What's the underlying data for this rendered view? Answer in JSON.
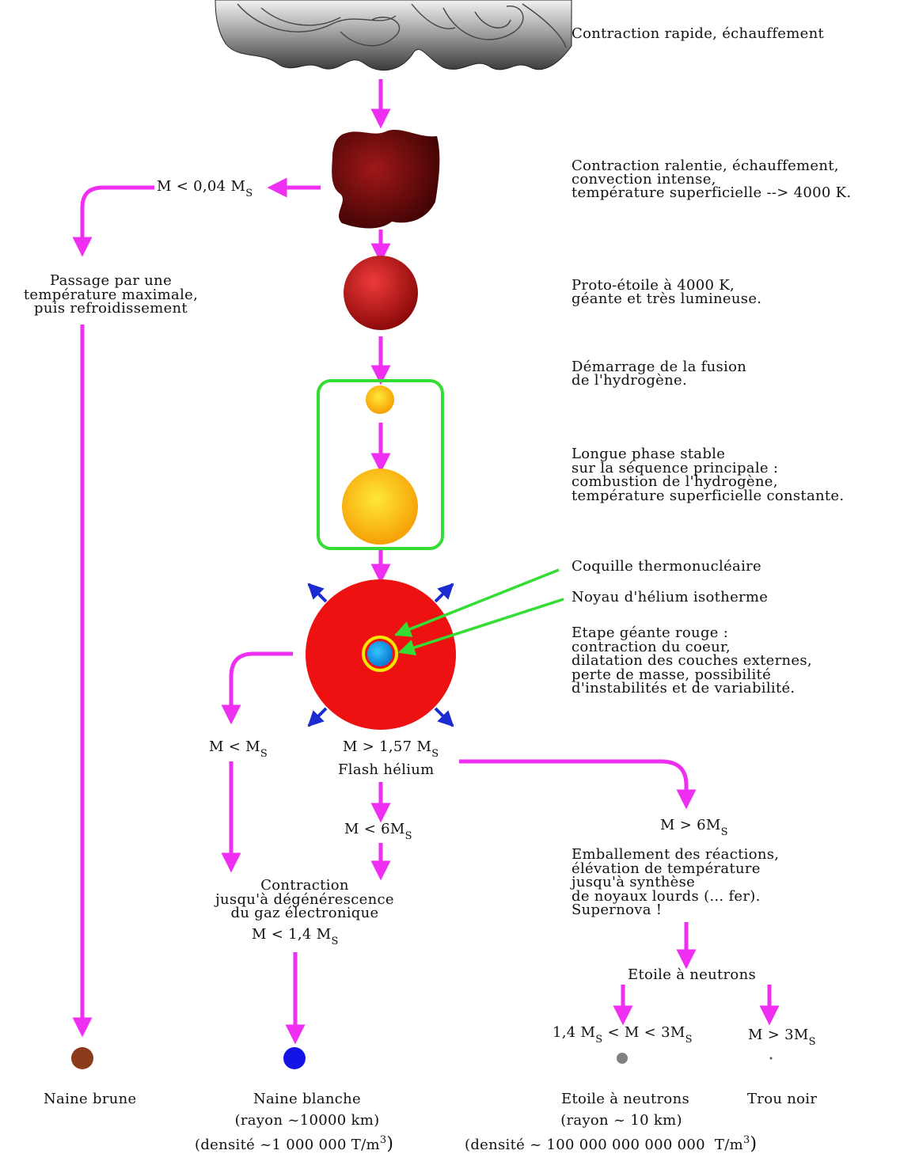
{
  "stages": {
    "cloud": "Contraction rapide, échauffement",
    "protostar_cold": "Contraction ralentie, échauffement,\nconvection intense,\ntempérature superficielle --> 4000 K.",
    "protostar": "Proto-étoile à 4000 K,\ngéante et très lumineuse.",
    "fusion_start": "Démarrage de la fusion\nde l'hydrogène.",
    "main_sequence": "Longue phase stable\nsur la séquence principale :\ncombustion de l'hydrogène,\ntempérature superficielle constante.",
    "shell": "Coquille thermonucléaire",
    "helium_core": "Noyau d'hélium isotherme",
    "red_giant": "Etape géante rouge :\ncontraction du coeur,\ndilatation des couches externes,\nperte de masse, possibilité\nd'instabilités et de variabilité."
  },
  "brown_branch": {
    "cond_prefix": "M < 0,04 M",
    "cond_sub": "S",
    "text": "Passage par une\ntempérature maximale,\npuis refroidissement"
  },
  "low_branch": {
    "cond_prefix": "M < M",
    "cond_sub": "S"
  },
  "flash": {
    "cond_prefix": "M > 1,57 M",
    "cond_sub": "S",
    "text": "Flash hélium"
  },
  "mid_branch": {
    "cond_prefix": "M < 6M",
    "cond_sub": "S",
    "contraction_text": "Contraction\njusqu'à dégénérescence\ndu gaz électronique",
    "chandra_prefix": "M < 1,4 M",
    "chandra_sub": "S"
  },
  "high_branch": {
    "cond_prefix": "M > 6M",
    "cond_sub": "S",
    "text": "Emballement des réactions,\nélévation de température\njusqu'à synthèse\nde noyaux lourds (... fer).\nSupernova !",
    "neutron_star_label": "Etoile à neutrons",
    "ns_cond_a": "1,4 M",
    "ns_cond_sub_a": "S",
    "ns_cond_b": " < M < 3M",
    "ns_cond_sub_b": "S",
    "bh_cond": "M > 3M",
    "bh_cond_sub": "S"
  },
  "final_objects": {
    "brown_dwarf": "Naine brune",
    "white_dwarf": "Naine blanche",
    "white_dwarf_radius": "(rayon ~10000 km)",
    "white_dwarf_density_prefix": "(densité ~1 000 000 T/m",
    "white_dwarf_density_exp": "3",
    "neutron_star": "Etoile à neutrons",
    "neutron_star_radius": "(rayon ~ 10 km)",
    "neutron_star_density_prefix": "(densité ~ 100 000 000 000 000  T/m",
    "neutron_star_density_exp": "3",
    "black_hole": "Trou noir",
    "closing_paren": ")"
  },
  "colors": {
    "arrow": "#ee2ef0",
    "green": "#33dd33",
    "blue_arrows": "#1a2bd0",
    "red_giant": "#ee1111",
    "brown_dwarf": "#8b3a1a",
    "white_dwarf": "#1414e6",
    "neutron_star": "#808080"
  }
}
